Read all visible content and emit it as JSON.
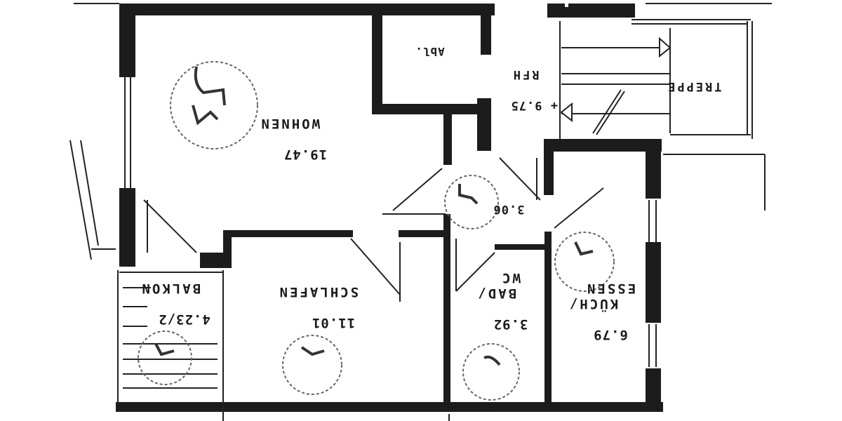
{
  "title": "Floor plan (rotated 180°)",
  "orientation_deg": 180,
  "colors": {
    "wall": "#1c1c1c",
    "line": "#222222",
    "paper": "#ffffff",
    "stamp": "#555555"
  },
  "rooms": [
    {
      "id": "wohnen",
      "name": "WOHNEN",
      "area": "19.47"
    },
    {
      "id": "abl",
      "name": "Abl.",
      "area": ""
    },
    {
      "id": "rfh",
      "name": "RFH",
      "area": "+ 9.75"
    },
    {
      "id": "treppe",
      "name": "TREPPE",
      "area": ""
    },
    {
      "id": "flur",
      "name": "",
      "area": "3.06"
    },
    {
      "id": "kueche",
      "name": "KÜCH/\nESSEN",
      "area": "6.79"
    },
    {
      "id": "bad",
      "name": "BAD/\nWC",
      "area": "3.92"
    },
    {
      "id": "schlafen",
      "name": "SCHLAFEN",
      "area": "11.01"
    },
    {
      "id": "balkon",
      "name": "BALKON",
      "area": "4.23/2"
    }
  ],
  "stamps": [
    {
      "room": "wohnen",
      "icon": "stamp-mark-icon"
    },
    {
      "room": "flur",
      "icon": "stamp-mark-icon"
    },
    {
      "room": "kueche",
      "icon": "stamp-mark-icon"
    },
    {
      "room": "bad",
      "icon": "stamp-mark-icon"
    },
    {
      "room": "schlafen",
      "icon": "stamp-mark-icon"
    },
    {
      "room": "balkon",
      "icon": "stamp-mark-icon"
    }
  ]
}
